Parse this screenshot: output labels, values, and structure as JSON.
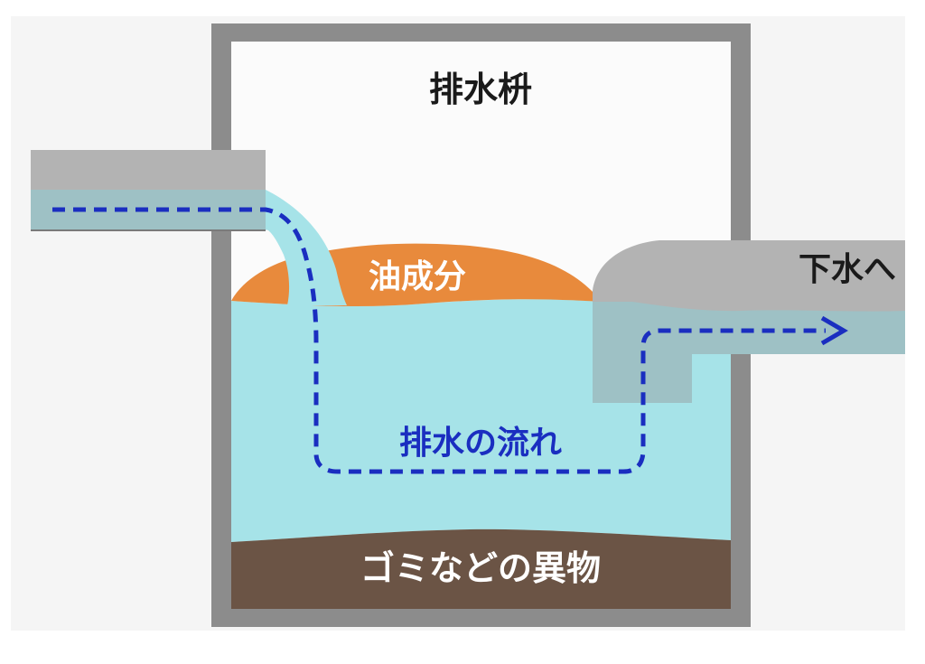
{
  "labels": {
    "title": "排水枡",
    "oil": "油成分",
    "outlet": "下水へ",
    "flow": "排水の流れ",
    "sediment": "ゴミなどの異物"
  },
  "colors": {
    "background": "#f5f5f5",
    "wall": "#8c8c8c",
    "pipe": "#b3b3b3",
    "water": "#a6e3e8",
    "water_in_pipe": "#9ec1c5",
    "oil": "#e88a3c",
    "sediment": "#6b5445",
    "flow_arrow": "#1a2ec0",
    "text_dark": "#1a1a1a",
    "text_light": "#ffffff",
    "text_flow": "#1a2ec0"
  }
}
